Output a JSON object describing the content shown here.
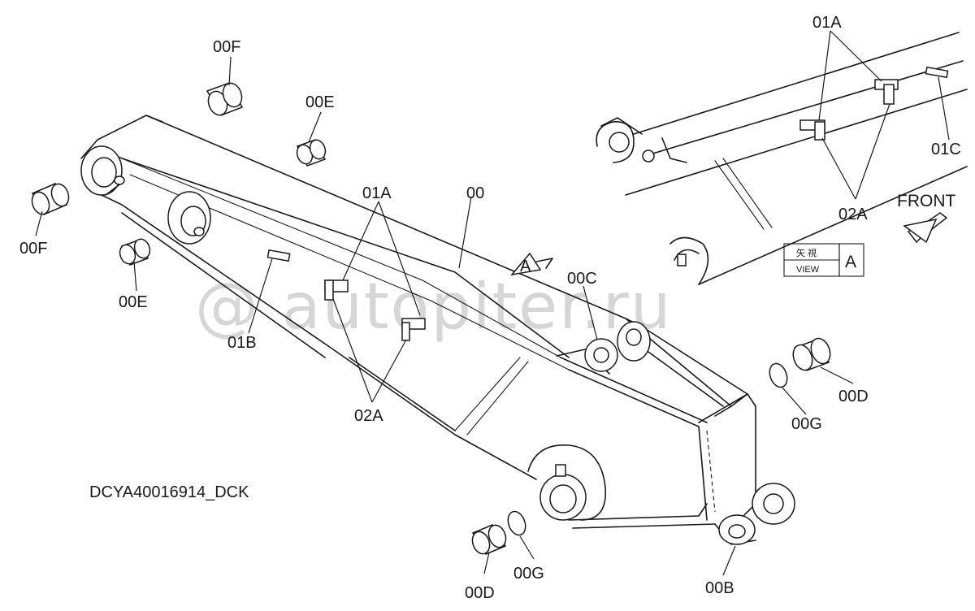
{
  "labels": {
    "l00F_top": "00F",
    "l00E_top": "00E",
    "l00F_left": "00F",
    "l00E_left": "00E",
    "l01A_main": "01A",
    "l00_main": "00",
    "l01B": "01B",
    "l02A_main": "02A",
    "l00C": "00C",
    "lA_marker": "A",
    "l00D_right": "00D",
    "l00G_right": "00G",
    "l00D_bottom": "00D",
    "l00G_bottom": "00G",
    "l00B": "00B",
    "l01A_view": "01A",
    "l01C": "01C",
    "l02A_view": "02A",
    "front": "FRONT"
  },
  "view_box": {
    "kanji": "矢 視",
    "view": "VIEW",
    "letter": "A"
  },
  "drawing_code": "DCYA40016914_DCK",
  "watermark": "@ autopiter.ru"
}
